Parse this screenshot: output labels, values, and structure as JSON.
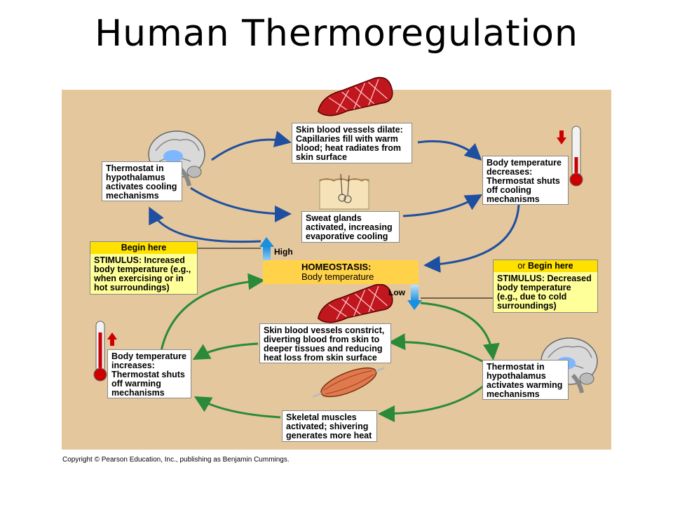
{
  "title": "Human Thermoregulation",
  "boxes": {
    "skin_dilate": "Skin blood vessels dilate: Capillaries fill with warm blood; heat radiates from skin surface",
    "thermostat_cool": "Thermostat in hypothalamus activates cooling mechanisms",
    "sweat": "Sweat glands activated, increasing evaporative cooling",
    "temp_decreases": "Body temperature decreases: Thermostat shuts off cooling mechanisms",
    "skin_constrict": "Skin blood vessels constrict, diverting blood from skin to deeper tissues and reducing heat loss from skin surface",
    "temp_increases": "Body temperature increases: Thermostat shuts off warming mechanisms",
    "thermostat_warm": "Thermostat in hypothalamus activates warming mechanisms",
    "shiver": "Skeletal muscles activated; shivering generates more heat"
  },
  "stimulus_high": {
    "header": "Begin here",
    "text": "STIMULUS: Increased body temperature (e.g., when exercising or in hot surroundings)"
  },
  "stimulus_low": {
    "header_prefix": "or",
    "header": "Begin here",
    "text": "STIMULUS: Decreased body temperature (e.g., due to cold surroundings)"
  },
  "homeostasis": {
    "label": "HOMEOSTASIS:",
    "sub": "Body temperature",
    "high": "High",
    "low": "Low"
  },
  "copyright": "Copyright © Pearson Education, Inc., publishing as Benjamin Cummings.",
  "colors": {
    "panel": "#e4c79c",
    "cooling_arrow": "#1f4fa0",
    "warming_arrow": "#2a8a3a",
    "begin_here": "#ffe100",
    "stimulus_bg": "#ffff99",
    "homeostasis": "#ffd24a",
    "thermo_red": "#cc0000"
  },
  "icons": [
    "brain-icon",
    "blood-vessel-icon",
    "sweat-gland-icon",
    "thermometer-icon",
    "muscle-icon",
    "up-arrow-icon",
    "down-arrow-icon"
  ]
}
